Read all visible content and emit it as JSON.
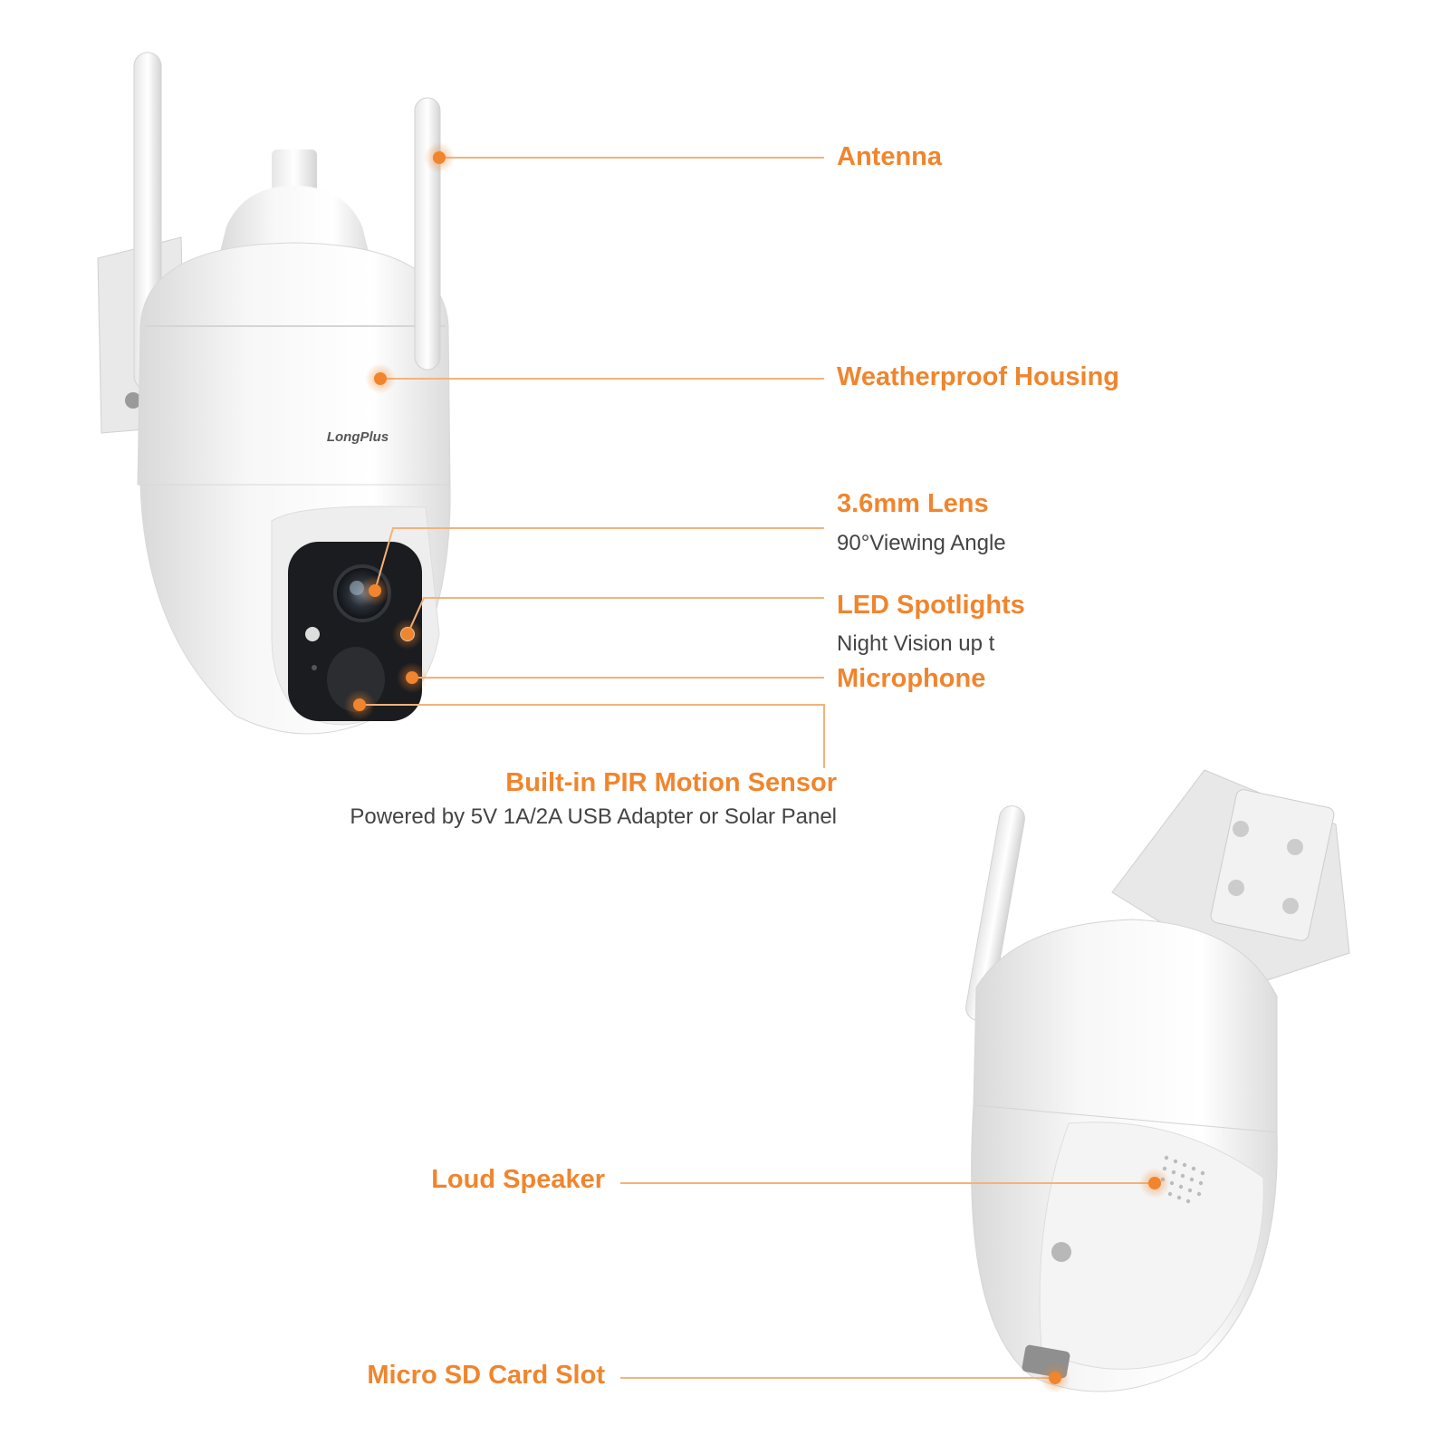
{
  "colors": {
    "accent": "#f0852d",
    "line": "#f4b27a",
    "sub_text": "#444444",
    "body": "#f2f2f2"
  },
  "brand": "LongPlus",
  "callouts": {
    "antenna": {
      "title": "Antenna"
    },
    "housing": {
      "title": "Weatherproof Housing"
    },
    "lens": {
      "title": "3.6mm Lens",
      "sub": "90°Viewing Angle"
    },
    "led": {
      "title": "LED Spotlights",
      "sub": "Night Vision up t"
    },
    "mic": {
      "title": "Microphone"
    },
    "pir": {
      "title": "Built-in PIR Motion Sensor",
      "sub": "Powered by 5V 1A/2A USB Adapter or Solar Panel"
    },
    "speaker": {
      "title": "Loud Speaker"
    },
    "sd": {
      "title": "Micro SD Card Slot"
    }
  }
}
